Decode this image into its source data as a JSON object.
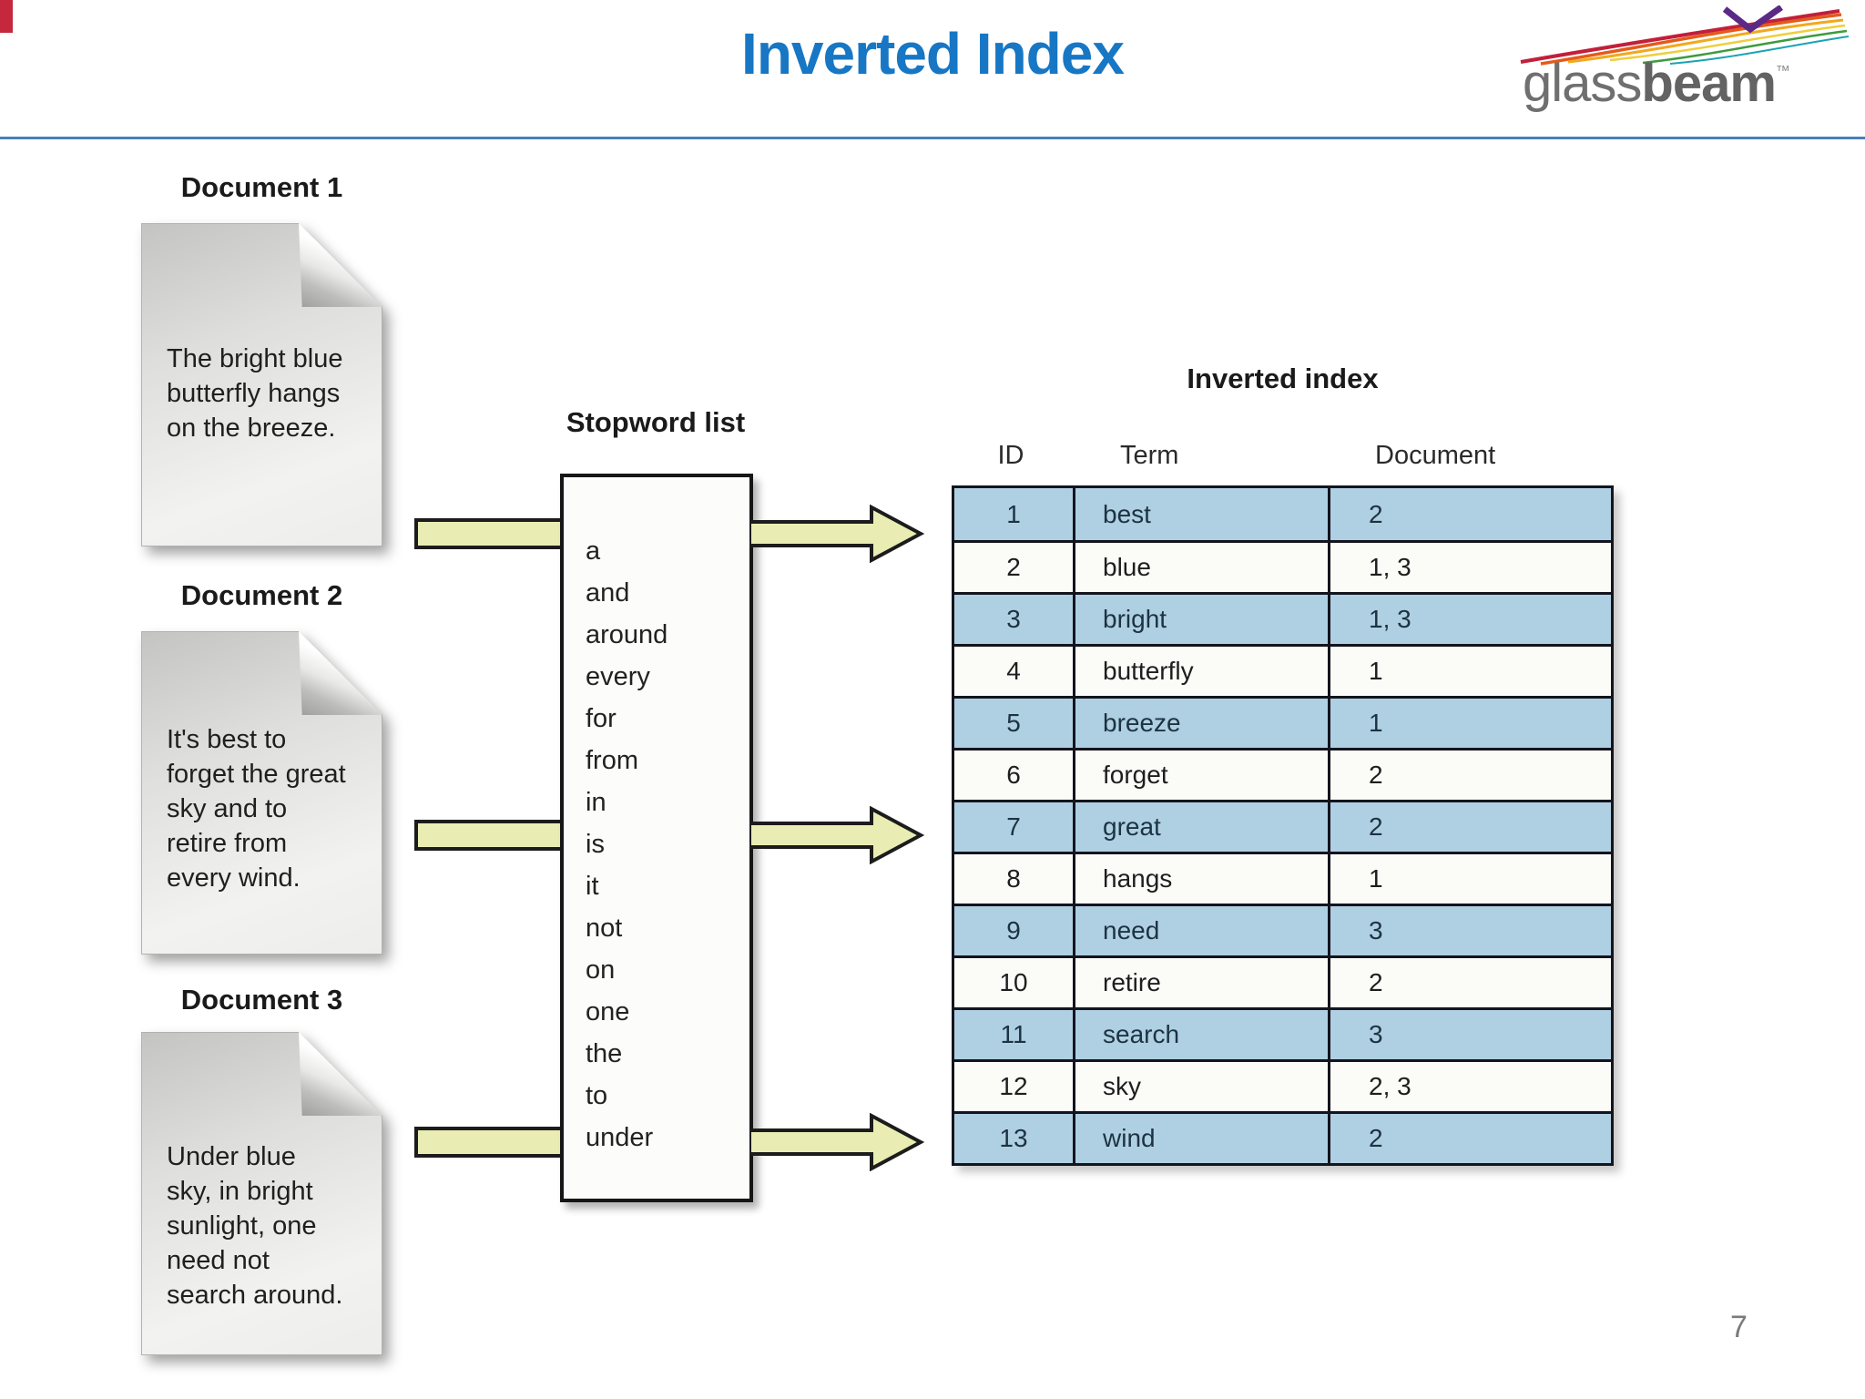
{
  "slide": {
    "title": "Inverted Index",
    "page_number": "7"
  },
  "logo": {
    "text_regular": "glass",
    "text_bold": "beam",
    "trademark": "TM"
  },
  "documents": [
    {
      "label": "Document 1",
      "lines": [
        "The bright blue",
        "butterfly hangs",
        "on the breeze."
      ]
    },
    {
      "label": "Document 2",
      "lines": [
        "It's best to",
        "forget the great",
        "sky and to",
        "retire from",
        "every wind."
      ]
    },
    {
      "label": "Document 3",
      "lines": [
        "Under blue",
        "sky, in bright",
        "sunlight, one",
        "need not",
        "search around."
      ]
    }
  ],
  "stopword_list": {
    "title": "Stopword list",
    "words": [
      "a",
      "and",
      "around",
      "every",
      "for",
      "from",
      "in",
      "is",
      "it",
      "not",
      "on",
      "one",
      "the",
      "to",
      "under"
    ]
  },
  "inverted_index": {
    "title": "Inverted index",
    "columns": [
      "ID",
      "Term",
      "Document"
    ],
    "rows": [
      {
        "id": "1",
        "term": "best",
        "docs": "2"
      },
      {
        "id": "2",
        "term": "blue",
        "docs": "1, 3"
      },
      {
        "id": "3",
        "term": "bright",
        "docs": "1, 3"
      },
      {
        "id": "4",
        "term": "butterfly",
        "docs": "1"
      },
      {
        "id": "5",
        "term": "breeze",
        "docs": "1"
      },
      {
        "id": "6",
        "term": "forget",
        "docs": "2"
      },
      {
        "id": "7",
        "term": "great",
        "docs": "2"
      },
      {
        "id": "8",
        "term": "hangs",
        "docs": "1"
      },
      {
        "id": "9",
        "term": "need",
        "docs": "3"
      },
      {
        "id": "10",
        "term": "retire",
        "docs": "2"
      },
      {
        "id": "11",
        "term": "search",
        "docs": "3"
      },
      {
        "id": "12",
        "term": "sky",
        "docs": "2, 3"
      },
      {
        "id": "13",
        "term": "wind",
        "docs": "2"
      }
    ]
  },
  "colors": {
    "title_blue": "#1777c4",
    "rule_blue": "#4a7fba",
    "row_blue": "#aed0e2",
    "row_white": "#fbfbf8",
    "arrow_fill": "#e9edb4",
    "accent_red": "#c5283c"
  }
}
